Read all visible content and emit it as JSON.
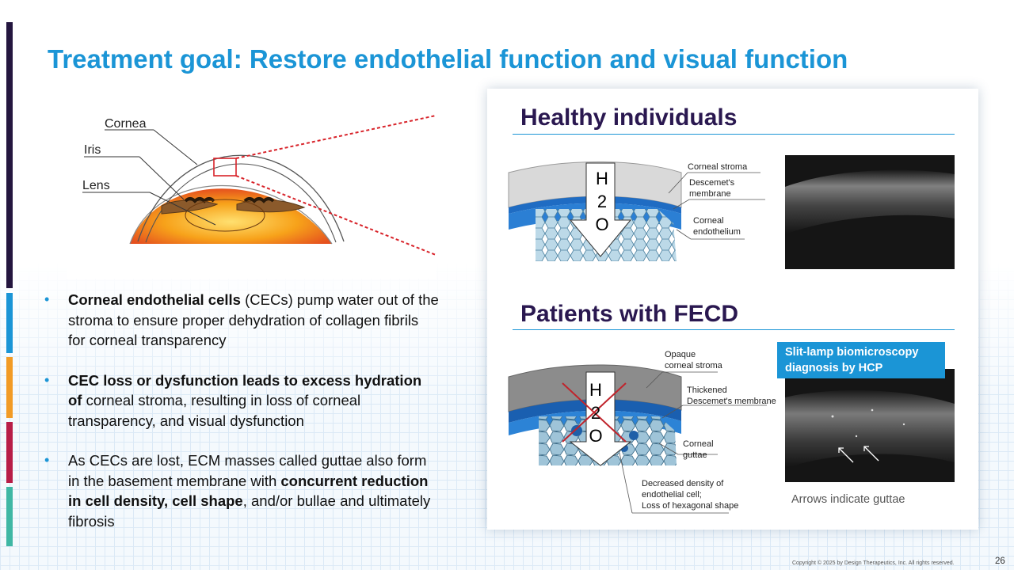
{
  "slide": {
    "title": "Treatment goal: Restore endothelial function and visual function",
    "page_number": "26",
    "copyright": "Copyright © 2025 by Design Therapeutics, Inc. All rights reserved."
  },
  "accent_colors": [
    "#24163f",
    "#1b95d6",
    "#f29b25",
    "#b81d47",
    "#3fb7a4"
  ],
  "eye_diagram": {
    "labels": {
      "cornea": "Cornea",
      "iris": "Iris",
      "lens": "Lens"
    }
  },
  "bullets": [
    {
      "parts": [
        {
          "text": "Corneal endothelial cells",
          "bold": true
        },
        {
          "text": " (CECs) pump water out of the stroma to ensure proper dehydration of collagen fibrils for corneal transparency",
          "bold": false
        }
      ]
    },
    {
      "parts": [
        {
          "text": "CEC loss or dysfunction leads to excess hydration of",
          "bold": true
        },
        {
          "text": " corneal stroma, resulting in loss of corneal transparency, and visual dysfunction",
          "bold": false
        }
      ]
    },
    {
      "parts": [
        {
          "text": "As CECs are lost, ECM masses called guttae also form in the basement membrane with ",
          "bold": false
        },
        {
          "text": "concurrent reduction in cell density, cell shape",
          "bold": true
        },
        {
          "text": ", and/or bullae and ultimately fibrosis",
          "bold": false
        }
      ]
    }
  ],
  "healthy": {
    "heading": "Healthy individuals",
    "h2o": [
      "H",
      "2",
      "O"
    ],
    "labels": {
      "stroma": "Corneal stroma",
      "descemet_1": "Descemet's",
      "descemet_2": "membrane",
      "endo_1": "Corneal",
      "endo_2": "endothelium"
    }
  },
  "fecd": {
    "heading": "Patients with FECD",
    "h2o": [
      "H",
      "2",
      "O"
    ],
    "labels": {
      "opaque_1": "Opaque",
      "opaque_2": "corneal stroma",
      "thick_1": "Thickened",
      "thick_2": "Descemet's membrane",
      "guttae_1": "Corneal",
      "guttae_2": "guttae",
      "density_1": "Decreased density of",
      "density_2": "endothelial cell;",
      "density_3": "Loss of hexagonal shape"
    },
    "slitlamp_label": "Slit-lamp biomicroscopy diagnosis by HCP",
    "arrows_note": "Arrows indicate guttae"
  }
}
